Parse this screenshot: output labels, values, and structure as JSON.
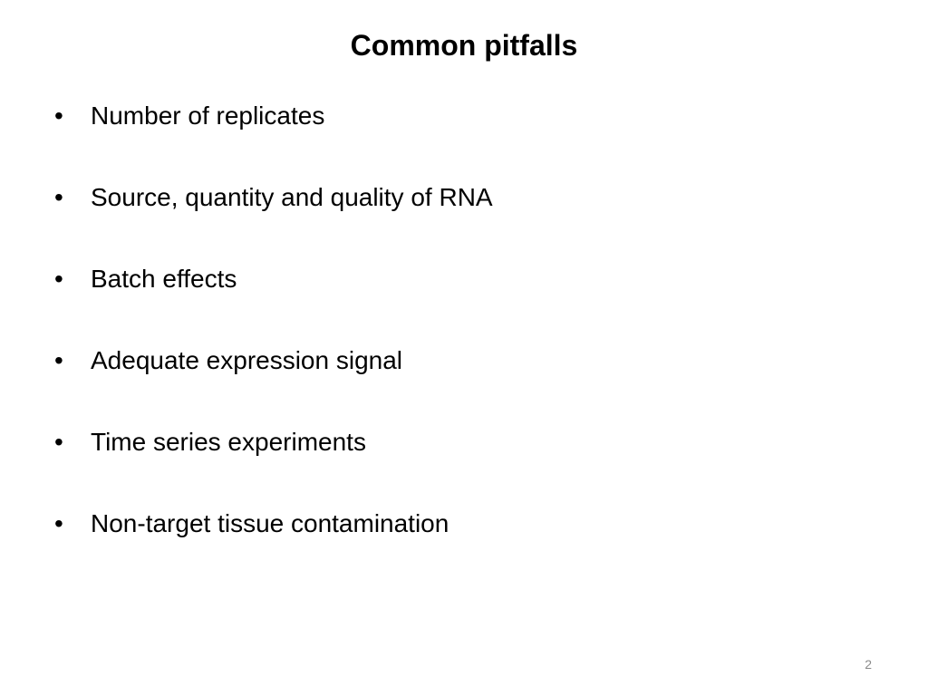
{
  "slide": {
    "title": "Common pitfalls",
    "bullet_symbol": "•",
    "bullets": [
      "Number of replicates",
      "Source, quantity and quality of RNA",
      "Batch effects",
      "Adequate expression signal",
      "Time series experiments",
      "Non-target tissue contamination"
    ],
    "page_number": "2"
  }
}
